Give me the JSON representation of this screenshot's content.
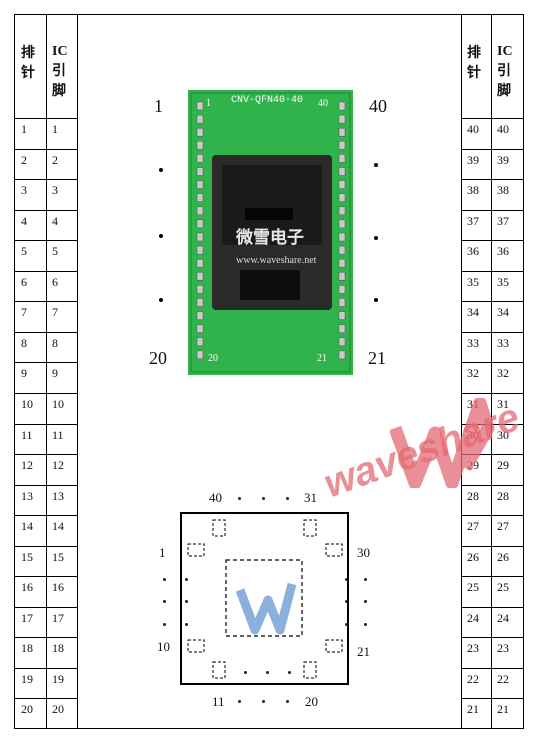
{
  "header": {
    "left_pin": "排\n针",
    "left_ic": "IC\n引\n脚",
    "right_pin": "排\n针",
    "right_ic": "IC\n引\n脚"
  },
  "left_rows": [
    {
      "pin": "1",
      "ic": "1"
    },
    {
      "pin": "2",
      "ic": "2"
    },
    {
      "pin": "3",
      "ic": "3"
    },
    {
      "pin": "4",
      "ic": "4"
    },
    {
      "pin": "5",
      "ic": "5"
    },
    {
      "pin": "6",
      "ic": "6"
    },
    {
      "pin": "7",
      "ic": "7"
    },
    {
      "pin": "8",
      "ic": "8"
    },
    {
      "pin": "9",
      "ic": "9"
    },
    {
      "pin": "10",
      "ic": "10"
    },
    {
      "pin": "11",
      "ic": "11"
    },
    {
      "pin": "12",
      "ic": "12"
    },
    {
      "pin": "13",
      "ic": "13"
    },
    {
      "pin": "14",
      "ic": "14"
    },
    {
      "pin": "15",
      "ic": "15"
    },
    {
      "pin": "16",
      "ic": "16"
    },
    {
      "pin": "17",
      "ic": "17"
    },
    {
      "pin": "18",
      "ic": "18"
    },
    {
      "pin": "19",
      "ic": "19"
    },
    {
      "pin": "20",
      "ic": "20"
    }
  ],
  "right_rows": [
    {
      "pin": "40",
      "ic": "40"
    },
    {
      "pin": "39",
      "ic": "39"
    },
    {
      "pin": "38",
      "ic": "38"
    },
    {
      "pin": "37",
      "ic": "37"
    },
    {
      "pin": "36",
      "ic": "36"
    },
    {
      "pin": "35",
      "ic": "35"
    },
    {
      "pin": "34",
      "ic": "34"
    },
    {
      "pin": "33",
      "ic": "33"
    },
    {
      "pin": "32",
      "ic": "32"
    },
    {
      "pin": "31",
      "ic": "31"
    },
    {
      "pin": "30",
      "ic": "30"
    },
    {
      "pin": "29",
      "ic": "29"
    },
    {
      "pin": "28",
      "ic": "28"
    },
    {
      "pin": "27",
      "ic": "27"
    },
    {
      "pin": "26",
      "ic": "26"
    },
    {
      "pin": "25",
      "ic": "25"
    },
    {
      "pin": "24",
      "ic": "24"
    },
    {
      "pin": "23",
      "ic": "23"
    },
    {
      "pin": "22",
      "ic": "22"
    },
    {
      "pin": "21",
      "ic": "21"
    }
  ],
  "board": {
    "silkscreen_title": "CNV-QFN40-40",
    "silk_1": "1",
    "silk_40": "40",
    "silk_20": "20",
    "silk_21": "21",
    "watermark_cn": "微雪电子",
    "watermark_url": "www.waveshare.net",
    "pin_label_1": "1",
    "pin_label_40": "40",
    "pin_label_20": "20",
    "pin_label_21": "21",
    "pcb_color": "#2fb34a"
  },
  "footprint": {
    "label_40": "40",
    "label_31": "31",
    "label_1": "1",
    "label_30": "30",
    "label_10": "10",
    "label_21": "21",
    "label_11": "11",
    "label_20": "20"
  },
  "watermark": {
    "text": "waveshare",
    "color": "#e05a66"
  }
}
